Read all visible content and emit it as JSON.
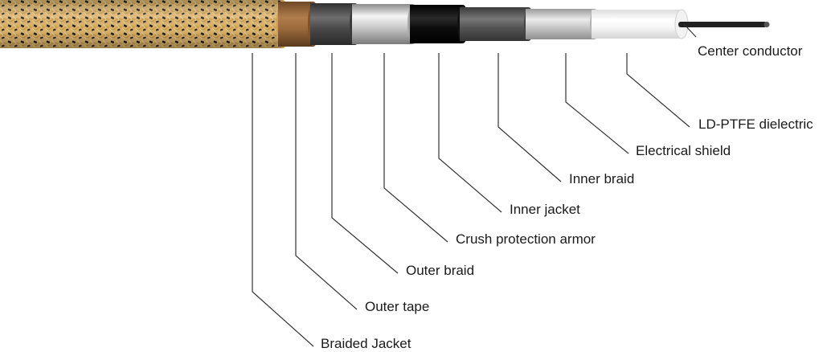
{
  "diagram": {
    "labels": {
      "center_conductor": "Center conductor",
      "ld_ptfe_dielectric": "LD-PTFE dielectric",
      "electrical_shield": "Electrical shield",
      "inner_braid": "Inner braid",
      "inner_jacket": "Inner jacket",
      "crush_protection_armor": "Crush protection armor",
      "outer_braid": "Outer braid",
      "outer_tape": "Outer tape",
      "braided_jacket": "Braided Jacket"
    },
    "colors": {
      "braided_jacket": "#d9b36a",
      "braided_jacket_pattern": "#1d1a16",
      "outer_tape": "#9a6a3c",
      "outer_braid": "#4a4a4a",
      "crush_protection_armor": "#cfcfcf",
      "inner_jacket": "#0d0d0d",
      "inner_braid": "#555555",
      "electrical_shield": "#c8c8c8",
      "ld_ptfe_dielectric": "#f7f7f7",
      "center_conductor": "#222222",
      "leader_line": "#333333"
    }
  }
}
